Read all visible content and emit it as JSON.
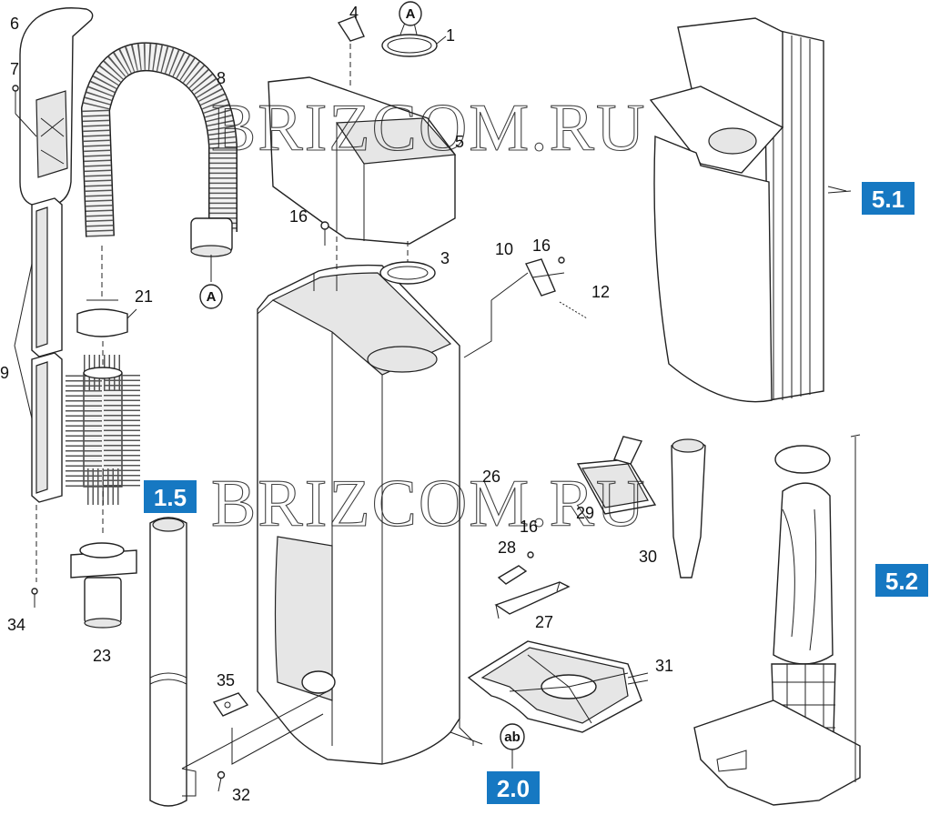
{
  "watermarks": [
    "BRIZCOM.RU",
    "BRIZCOM.RU"
  ],
  "part_numbers": {
    "p1": "1",
    "p3": "3",
    "p4": "4",
    "p5": "5",
    "p6": "6",
    "p7": "7",
    "p8": "8",
    "p9": "9",
    "p10": "10",
    "p12": "12",
    "p16a": "16",
    "p16b": "16",
    "p16c": "16",
    "p21": "21",
    "p23": "23",
    "p26": "26",
    "p27": "27",
    "p28": "28",
    "p29": "29",
    "p30": "30",
    "p31": "31",
    "p32": "32",
    "p34": "34",
    "p35": "35"
  },
  "circle_markers": {
    "a_top": "A",
    "a_hose": "A",
    "ab": "ab"
  },
  "assembly_labels": {
    "l51": "5.1",
    "l52": "5.2",
    "l15": "1.5",
    "l20": "2.0"
  },
  "colors": {
    "label_box": "#1678c2",
    "line": "#222222",
    "shade": "#e6e6e6"
  }
}
